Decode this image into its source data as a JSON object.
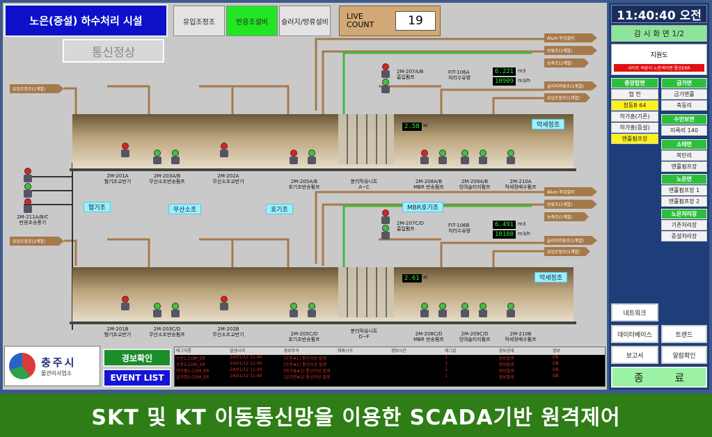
{
  "header": {
    "title": "노은(증설) 하수처리 시설",
    "tabs": [
      {
        "label": "유입조정조",
        "active": false
      },
      {
        "label": "반응조설비",
        "active": true
      },
      {
        "label": "슬러지/방류설비",
        "active": false
      }
    ],
    "live_label": "LIVE COUNT",
    "live_count": "19",
    "comm_status": "통신정상"
  },
  "process": {
    "upper": {
      "units": [
        {
          "name": "2M-201A",
          "desc": "혐기조교반기"
        },
        {
          "name": "2M-203A/B",
          "desc": "무산소조반송펌프"
        },
        {
          "name": "2M-202A",
          "desc": "무산소조교반기"
        },
        {
          "name": "2M-205A/B",
          "desc": "호기조반송펌프"
        },
        {
          "name": "분리막유니트",
          "desc": "A~C"
        },
        {
          "name": "2M-208A/B",
          "desc": "MBR 반송펌프"
        },
        {
          "name": "2M-209A/B",
          "desc": "잉여슬러지펌프"
        },
        {
          "name": "2M-210A",
          "desc": "막세정배수펌프"
        }
      ],
      "pump_label": "2M-207A/B",
      "pump_desc": "흡입펌프",
      "fit_label": "FIT-106A",
      "fit_desc": "처리수유량",
      "flow_value": "6.221",
      "flow_unit": "m3",
      "total_value": "10909",
      "total_unit": "m3/h",
      "level_value": "2.58",
      "level_unit": "M",
      "zone_wash": "막세정조"
    },
    "lower": {
      "units": [
        {
          "name": "2M-201B",
          "desc": "혐기조교반기"
        },
        {
          "name": "2M-203C/D",
          "desc": "무산소조반송펌프"
        },
        {
          "name": "2M-202B",
          "desc": "무산소조교반기"
        },
        {
          "name": "2M-205C/D",
          "desc": "호기조반송펌프"
        },
        {
          "name": "분리막유니트",
          "desc": "D~F"
        },
        {
          "name": "2M-208C/D",
          "desc": "MBR 반송펌프"
        },
        {
          "name": "2M-209C/D",
          "desc": "잉여슬러지펌프"
        },
        {
          "name": "2M-210B",
          "desc": "막세정배수펌프"
        }
      ],
      "pump_label": "2M-207C/D",
      "pump_desc": "흡입펌프",
      "fit_label": "FIT-106B",
      "fit_desc": "처리수유량",
      "flow_value": "6.491",
      "flow_unit": "m3",
      "total_value": "10108",
      "total_unit": "m3/h",
      "level_value": "2.61",
      "level_unit": "M",
      "zone_wash": "막세정조",
      "zone_mbr": "MBR호기조"
    },
    "zones": [
      "혐기조",
      "무산소조",
      "호기조"
    ],
    "blower": {
      "name": "2M-211A/B/C",
      "desc": "반응조송풍기"
    },
    "inflow_upper": "유입조정조(1계열)",
    "inflow_lower": "유입조정조(2계열)",
    "outlets": [
      "Alum 투입설비",
      "방류조(1계열)",
      "농축조(1계열)",
      "슬러지저류조(1계열)",
      "유입조정조(1계열)"
    ]
  },
  "footer": {
    "org_name": "충주시",
    "org_sub": "물관리사업소",
    "alarm_btn": "경보확인",
    "event_btn": "EVENT LIST",
    "event_headers": [
      "태그이름",
      "발생시각",
      "경보주석",
      "해제시각",
      "경보시간",
      "태그값",
      "경보상태",
      "경보"
    ],
    "event_rows": [
      [
        "수문1.COM_ER",
        "24/01/12 11:40",
        "[수문#1] 통신이상 발생",
        "",
        "",
        "1",
        "경보발생",
        "OB"
      ],
      [
        "수문2.COM_ER",
        "24/01/12 11:40",
        "[수문#2] 통신이상 발생",
        "",
        "",
        "1",
        "경보발생",
        "OB"
      ],
      [
        "하가흥1.COM_ER",
        "24/01/12 11:40",
        "[하가흥#1] 통신이상 발생",
        "",
        "",
        "1",
        "경보발생",
        "OB"
      ],
      [
        "금가면2.COM_ER",
        "24/01/12 11:40",
        "[금가면#2] 통신이상 발생",
        "",
        "",
        "1",
        "경보발생",
        "OB"
      ]
    ]
  },
  "sidebar": {
    "clock": "11:40:40 오전",
    "screen_title": "감 시 화 면 1/2",
    "station": "지원도",
    "error_msg": "사이트 버튼이 노란색이면 통신ERR",
    "groups": [
      {
        "head": "중앙탑면",
        "items": [
          {
            "label": "협 천",
            "yellow": false
          },
          {
            "label": "청동B 64",
            "yellow": true
          },
          {
            "label": "하가흥(기존)",
            "yellow": false
          },
          {
            "label": "하가흥(증설)",
            "yellow": false
          },
          {
            "label": "맨홀펌프장",
            "yellow": true
          }
        ]
      },
      {
        "head": "금가면",
        "items": [
          {
            "label": "금가맨홀",
            "yellow": false
          },
          {
            "label": "축동리",
            "yellow": false
          }
        ]
      },
      {
        "head": "수안보면",
        "items": [
          {
            "label": "미륵리 140",
            "yellow": false
          }
        ]
      },
      {
        "head": "소태면",
        "items": [
          {
            "label": "복탄리",
            "yellow": false
          },
          {
            "label": "맨홀펌프장",
            "yellow": false
          }
        ]
      },
      {
        "head": "노은면",
        "items": [
          {
            "label": "맨홀펌프장 1",
            "yellow": false
          },
          {
            "label": "맨홀펌프장 2",
            "yellow": false
          }
        ]
      },
      {
        "head": "노은처리장",
        "items": [
          {
            "label": "기존처리장",
            "yellow": false
          },
          {
            "label": "증설처리장",
            "yellow": false
          }
        ]
      }
    ],
    "buttons": [
      "네트워크",
      "데이터베이스",
      "트렌드",
      "보고서",
      "알람확인"
    ],
    "exit": "종 료"
  },
  "banner": "SKT 및 KT 이동통신망을 이용한 SCADA기반 원격제어",
  "colors": {
    "tank_top": "#6b5838",
    "pipe": "#a6794b",
    "air_pipe": "#3dbb3d",
    "active_tab": "#22e622",
    "banner_bg": "#2f7d16"
  }
}
